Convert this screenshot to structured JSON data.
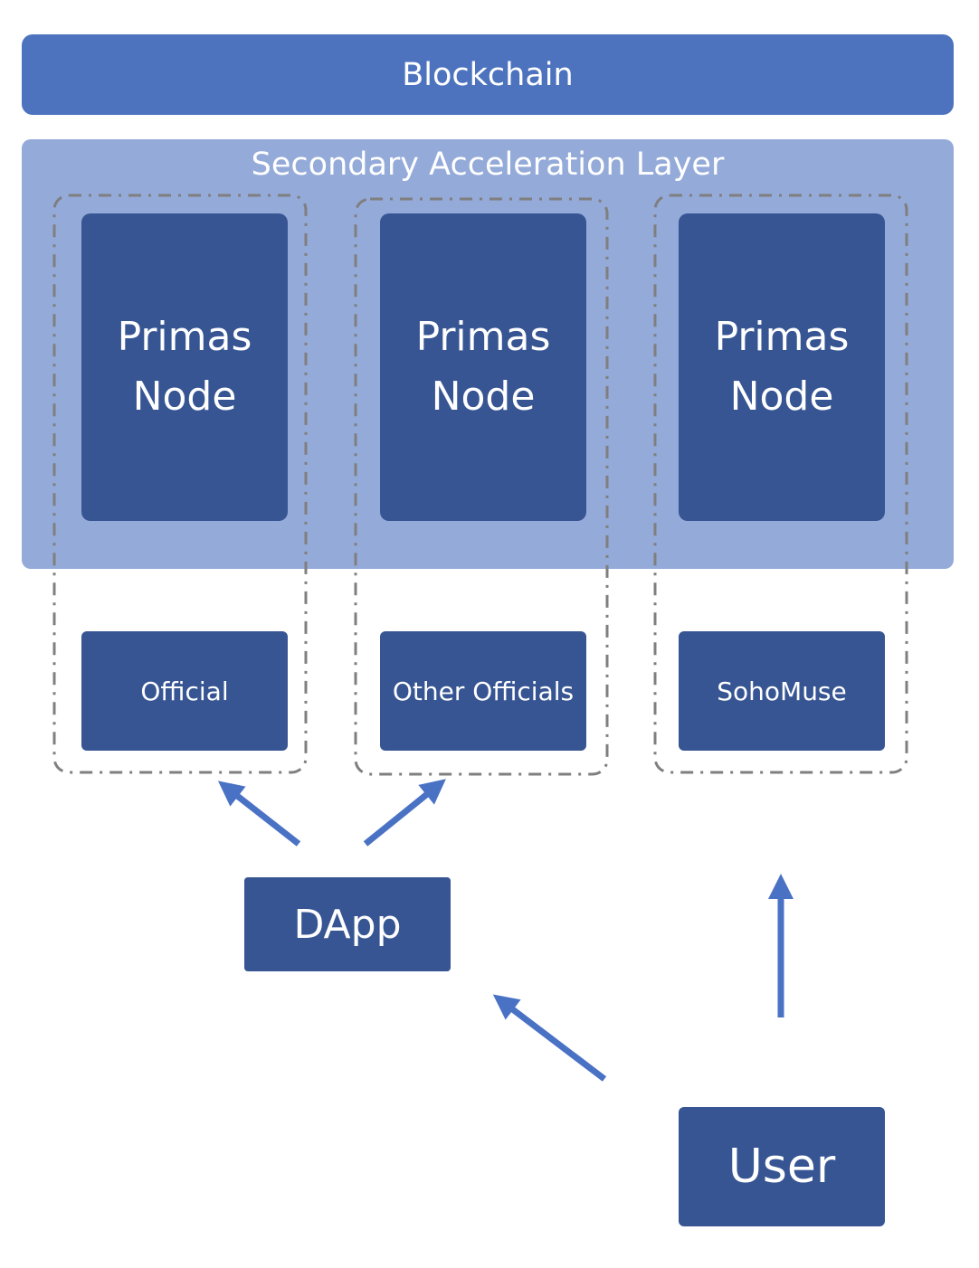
{
  "diagram": {
    "blockchain": {
      "label": "Blockchain"
    },
    "acceleration_layer": {
      "title": "Secondary Acceleration Layer"
    },
    "groups": [
      {
        "node_line1": "Primas",
        "node_line2": "Node",
        "operator": "Official"
      },
      {
        "node_line1": "Primas",
        "node_line2": "Node",
        "operator": "Other Officials"
      },
      {
        "node_line1": "Primas",
        "node_line2": "Node",
        "operator": "SohoMuse"
      }
    ],
    "dapp": {
      "label": "DApp"
    },
    "user": {
      "label": "User"
    },
    "connections": [
      {
        "from": "DApp",
        "to": "Official"
      },
      {
        "from": "DApp",
        "to": "Other Officials"
      },
      {
        "from": "User",
        "to": "DApp"
      },
      {
        "from": "User",
        "to": "SohoMuse"
      }
    ],
    "colors": {
      "blockchain": "#4d73bf",
      "layer": "#94aad9",
      "node": "#375593",
      "arrow": "#4a72c4",
      "group_border": "#7f7f7f"
    }
  }
}
